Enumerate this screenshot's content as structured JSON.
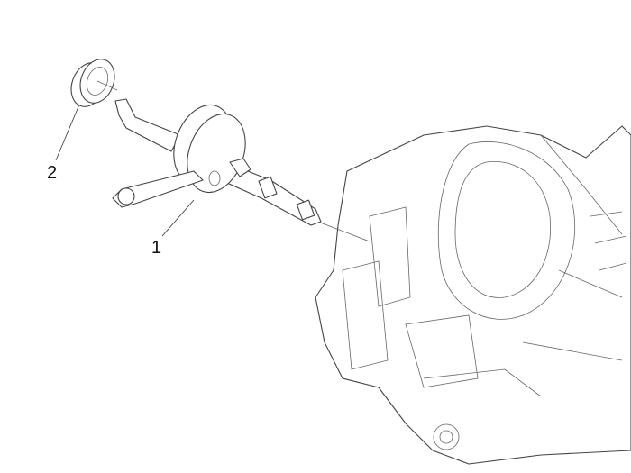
{
  "callouts": [
    {
      "number": "1",
      "part": "crankshaft"
    },
    {
      "number": "2",
      "part": "bearing"
    }
  ]
}
